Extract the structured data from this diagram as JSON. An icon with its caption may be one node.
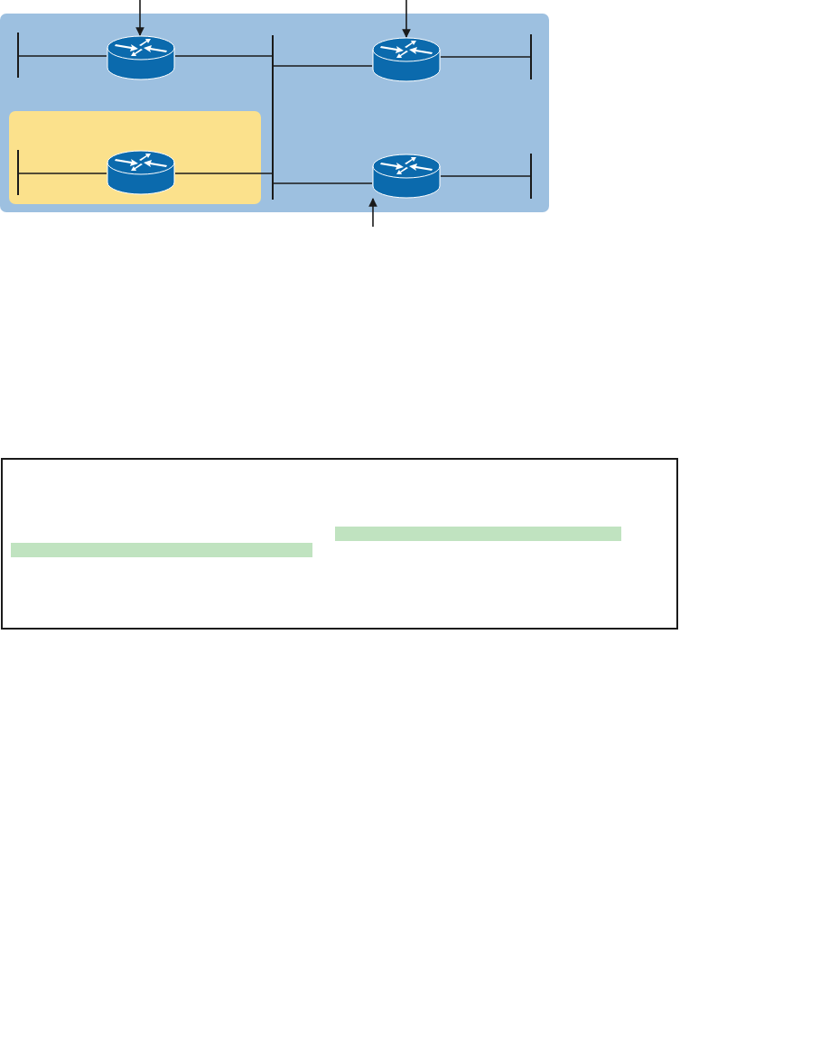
{
  "diagram": {
    "nodes": [
      {
        "text": [],
        "shape": "box"
      },
      {
        "text": [],
        "shape": "bar",
        "in": 0
      },
      {
        "text": [],
        "shape": "cylinder",
        "in": 0
      },
      {
        "text": [],
        "shape": "bar",
        "in": 0
      },
      {
        "text": [],
        "shape": "cylinder",
        "in": 0
      },
      {
        "text": [],
        "shape": "bar",
        "in": 0
      },
      {
        "text": [],
        "shape": "box",
        "in": 0
      },
      {
        "text": [],
        "shape": "bar",
        "in": 6
      },
      {
        "text": [],
        "shape": "cylinder",
        "in": 6
      },
      {
        "text": [],
        "shape": "cylinder",
        "in": 0
      },
      {
        "text": [],
        "shape": "bar",
        "in": 0
      }
    ],
    "edges": [
      {
        "from": 1,
        "to": 2,
        "arrow": "none"
      },
      {
        "from": 2,
        "to": 3,
        "arrow": "none"
      },
      {
        "from": 3,
        "to": 4,
        "arrow": "none"
      },
      {
        "from": 4,
        "to": 5,
        "arrow": "none"
      },
      {
        "from": 7,
        "to": 8,
        "arrow": "none"
      },
      {
        "from": 8,
        "to": 3,
        "arrow": "none"
      },
      {
        "from": 3,
        "to": 9,
        "arrow": "none"
      },
      {
        "from": 9,
        "to": 10,
        "arrow": "none"
      },
      {
        "from": null,
        "to": 2,
        "arrow": "to"
      },
      {
        "from": null,
        "to": 4,
        "arrow": "to"
      },
      {
        "from": null,
        "to": 9,
        "arrow": "to"
      }
    ]
  }
}
